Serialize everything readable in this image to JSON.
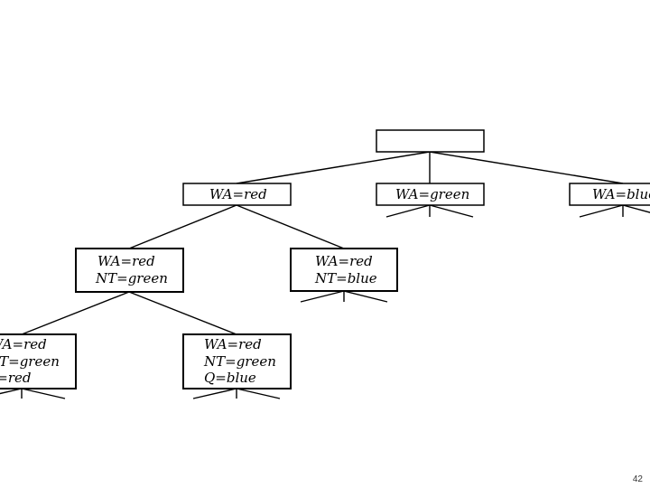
{
  "tree": {
    "root": {
      "lines": []
    },
    "level1": [
      {
        "lines": [
          "WA=red"
        ]
      },
      {
        "lines": [
          "WA=green"
        ]
      },
      {
        "lines": [
          "WA=blue"
        ]
      }
    ],
    "level2": [
      {
        "lines": [
          "WA=red",
          "NT=green"
        ]
      },
      {
        "lines": [
          "WA=red",
          "NT=blue"
        ]
      }
    ],
    "level3": [
      {
        "lines": [
          "WA=red",
          "NT=green",
          "Q=red"
        ]
      },
      {
        "lines": [
          "WA=red",
          "NT=green",
          "Q=blue"
        ]
      }
    ]
  },
  "footer": {
    "page_number": "42"
  }
}
